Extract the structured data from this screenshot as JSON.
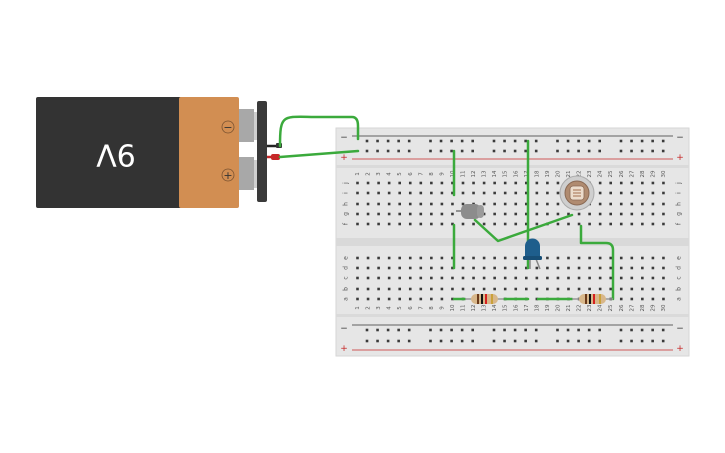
{
  "battery": {
    "label": "9V",
    "positive_symbol": "+",
    "negative_symbol": "−",
    "body_color": "#333333",
    "cap_color": "#D28E52"
  },
  "breadboard": {
    "columns": [
      "1",
      "2",
      "3",
      "4",
      "5",
      "6",
      "7",
      "8",
      "9",
      "10",
      "11",
      "12",
      "13",
      "14",
      "15",
      "16",
      "17",
      "18",
      "19",
      "20",
      "21",
      "22",
      "23",
      "24",
      "25",
      "26",
      "27",
      "28",
      "29",
      "30"
    ],
    "rows_top": [
      "j",
      "i",
      "h",
      "g",
      "f"
    ],
    "rows_bottom": [
      "e",
      "d",
      "c",
      "b",
      "a"
    ],
    "rail_minus": "−",
    "rail_plus": "+",
    "body_color": "#E6E6E6",
    "rail_red": "#C62828",
    "rail_dark": "#333333"
  },
  "components": {
    "wire_color": "#3BAA3C",
    "phototransistor_color": "#8C8C8C",
    "led_color": "#1E5E8C",
    "photoresistor_color": "#B08B70"
  }
}
